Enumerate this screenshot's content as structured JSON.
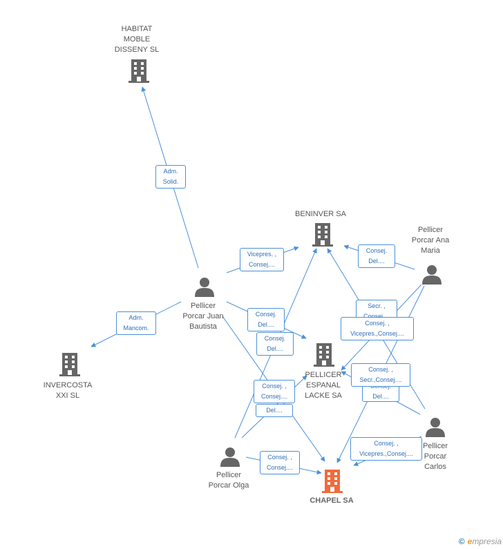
{
  "colors": {
    "edge": "#4a90d9",
    "building": "#666666",
    "focus_building": "#f26b3a",
    "person": "#666666"
  },
  "nodes": {
    "habitat": {
      "label": "HABITAT\nMOBLE\nDISSENY SL",
      "icon": "building-icon"
    },
    "beninver": {
      "label": "BENINVER SA",
      "icon": "building-icon"
    },
    "invercosta": {
      "label": "INVERCOSTA\nXXI SL",
      "icon": "building-icon"
    },
    "pellicer_espanal": {
      "label": "PELLICER\nESPANAL\nLACKE SA",
      "icon": "building-icon"
    },
    "chapel": {
      "label": "CHAPEL SA",
      "icon": "building-icon"
    },
    "juan": {
      "label": "Pellicer\nPorcar Juan\nBautista",
      "icon": "person-icon"
    },
    "ana": {
      "label": "Pellicer\nPorcar Ana\nMaria",
      "icon": "person-icon"
    },
    "olga": {
      "label": "Pellicer\nPorcar Olga",
      "icon": "person-icon"
    },
    "carlos": {
      "label": "Pellicer\nPorcar\nCarlos",
      "icon": "person-icon"
    }
  },
  "relations": [
    "Adm.\nSolid.",
    "Adm.\nMancom.",
    "Vicepres. ,\nConsej....",
    "Consej.\nDel....",
    "Consej.\nDel....",
    "Consej.\nDel....",
    "Secr. ,\nConsej....",
    "Consej. ,\nVicepres.,Consej....",
    "Consej. ,\nSecr.,Consej....",
    "Consej.\nDel....",
    "Consej. ,\nConsej....",
    "Del....",
    "Consej. ,\nVicepres.,Consej....",
    "Consej. ,\nConsej...."
  ],
  "footer": {
    "copyright": "©",
    "brand_initial": "e",
    "brand_rest": "mpresia"
  }
}
